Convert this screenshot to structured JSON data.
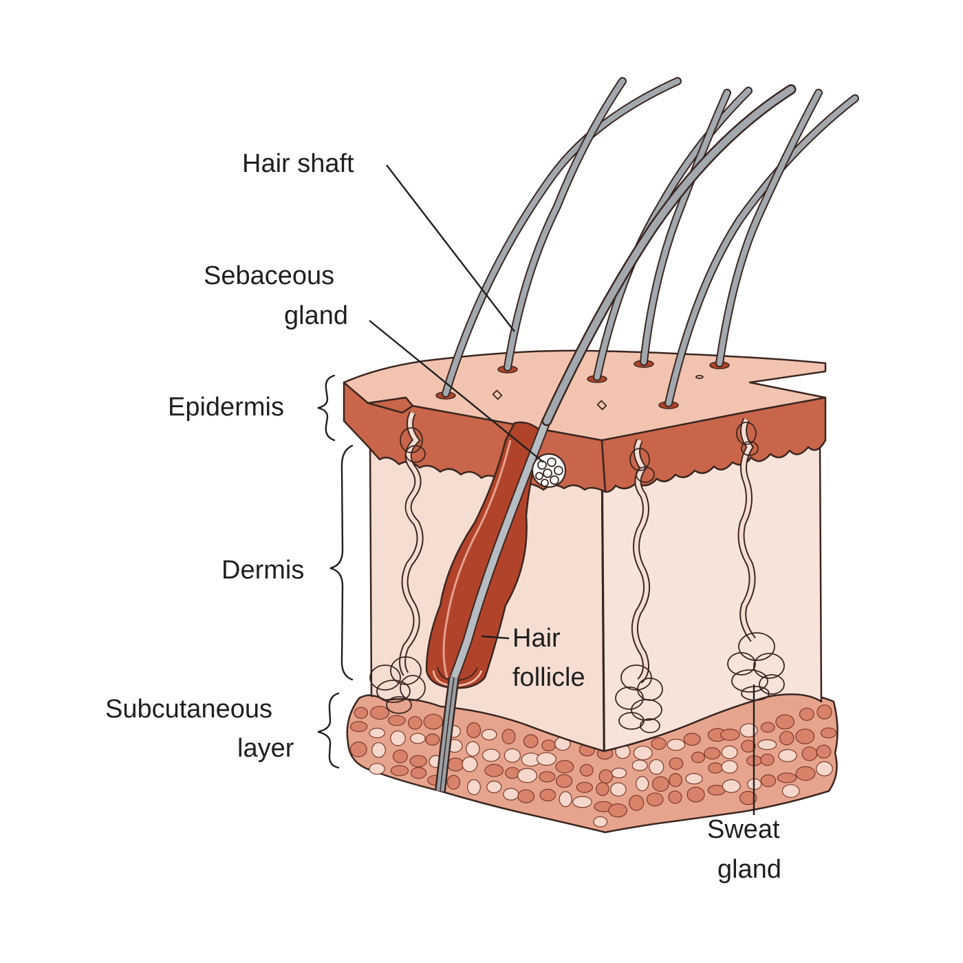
{
  "labels": {
    "hair_shaft": "Hair shaft",
    "sebaceous_line1": "Sebaceous",
    "sebaceous_line2": "gland",
    "epidermis": "Epidermis",
    "dermis": "Dermis",
    "hair_follicle_line1": "Hair",
    "hair_follicle_line2": "follicle",
    "subcutaneous_line1": "Subcutaneous",
    "subcutaneous_line2": "layer",
    "sweat_line1": "Sweat",
    "sweat_line2": "gland"
  },
  "colors": {
    "epidermis_top": "#f2c4b0",
    "epidermis_side": "#c9654a",
    "dermis": "#f6ddd2",
    "subcutaneous": "#e7a48d",
    "follicle": "#b2432b",
    "hair": "#9aa0a6"
  },
  "icons": [
    "hair-icon",
    "sebaceous-gland-icon",
    "sweat-gland-icon",
    "fat-cell-icon"
  ]
}
